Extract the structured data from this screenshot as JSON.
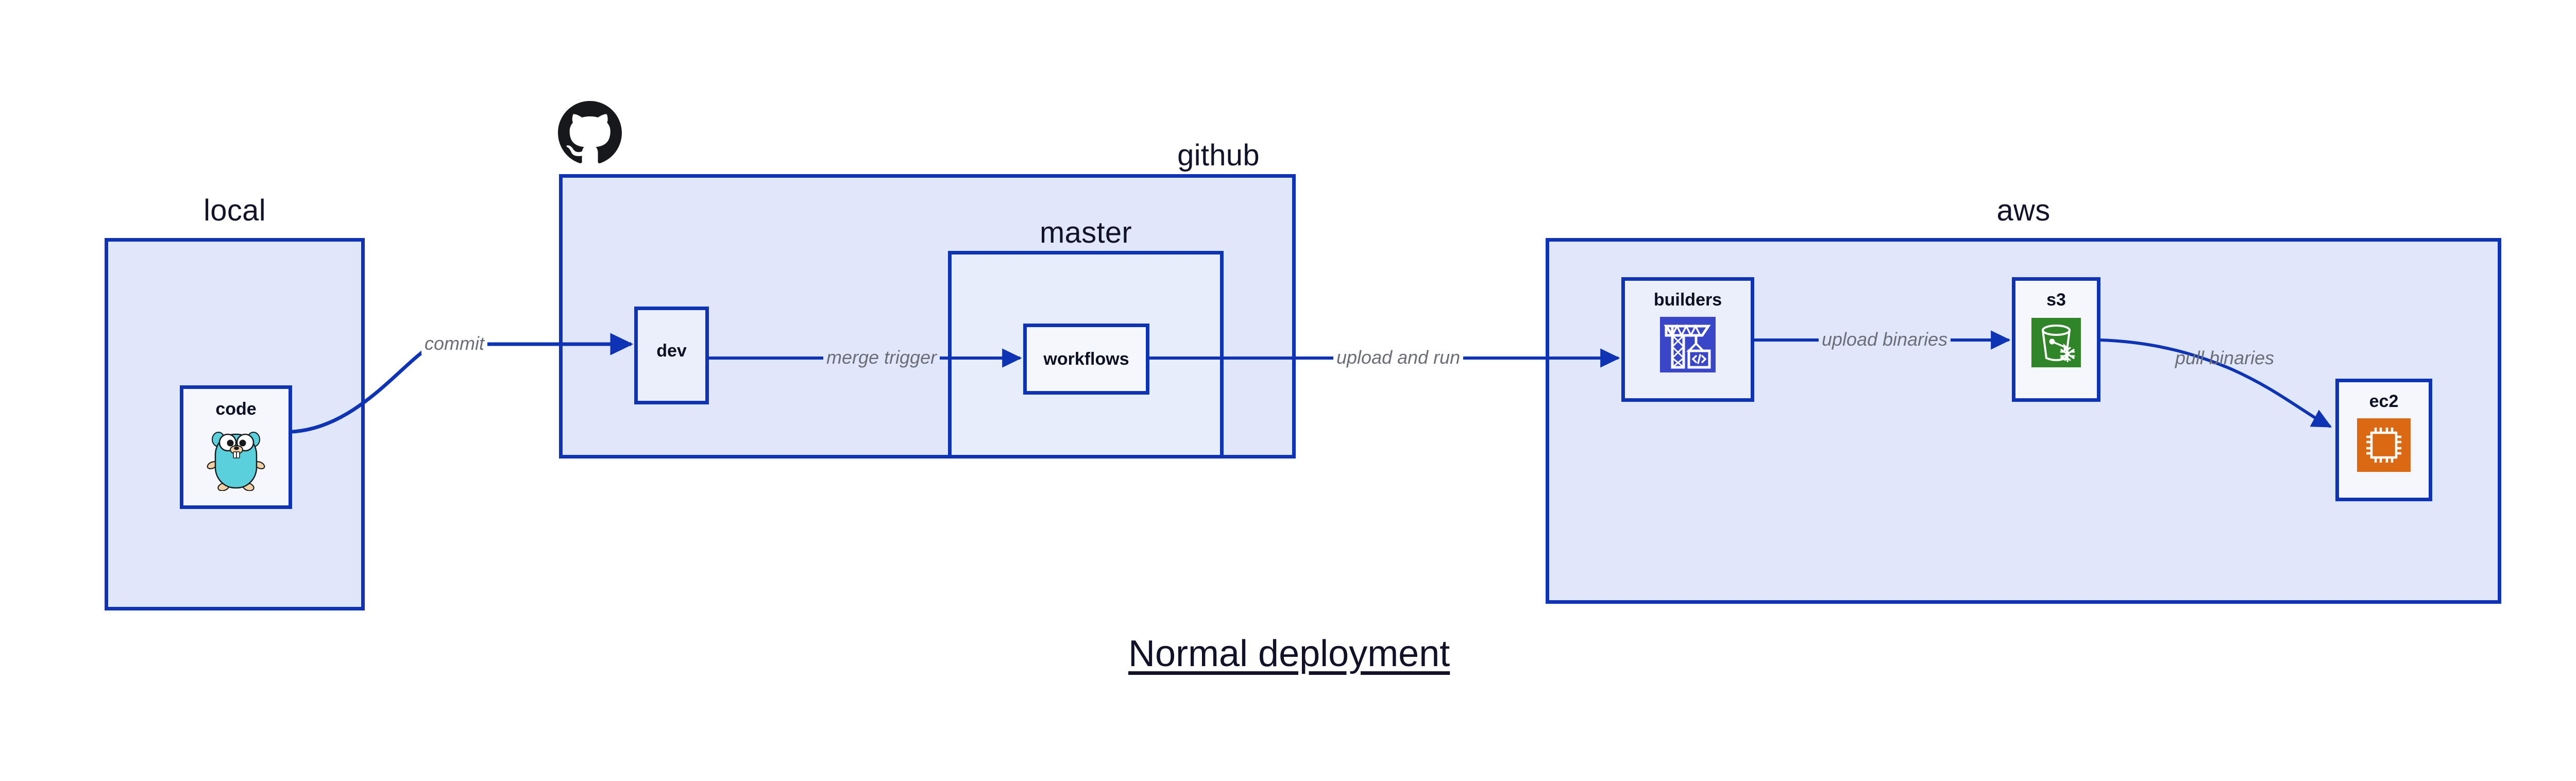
{
  "diagram": {
    "title": "Normal deployment",
    "colors": {
      "border": "#0f33b5",
      "group_fill": "#e1e7fa",
      "subgroup_fill": "#e8edfb",
      "node_fill": "#eaeffb",
      "edge": "#0f33b5",
      "edge_label": "#6b6e76",
      "title_text": "#111228",
      "builders_icon_bg": "#3a46c8",
      "s3_icon_bg": "#2f8527",
      "ec2_icon_bg": "#db6813",
      "gopher_body": "#5bd0dd",
      "github_logo": "#17181c"
    },
    "groups": [
      {
        "id": "local",
        "label": "local",
        "logo": null
      },
      {
        "id": "github",
        "label": "github",
        "logo": "github-octocat-icon"
      },
      {
        "id": "aws",
        "label": "aws",
        "logo": null
      }
    ],
    "subgroups": [
      {
        "id": "master",
        "label": "master",
        "parent": "github"
      }
    ],
    "nodes": [
      {
        "id": "code",
        "label": "code",
        "parent": "local",
        "icon": "go-gopher-icon"
      },
      {
        "id": "dev",
        "label": "dev",
        "parent": "github",
        "icon": null
      },
      {
        "id": "workflows",
        "label": "workflows",
        "parent": "master",
        "icon": null
      },
      {
        "id": "builders",
        "label": "builders",
        "parent": "aws",
        "icon": "aws-builders-crane-icon"
      },
      {
        "id": "s3",
        "label": "s3",
        "parent": "aws",
        "icon": "aws-s3-bucket-icon"
      },
      {
        "id": "ec2",
        "label": "ec2",
        "parent": "aws",
        "icon": "aws-ec2-chip-icon"
      }
    ],
    "edges": [
      {
        "id": "commit",
        "from": "code",
        "to": "dev",
        "label": "commit"
      },
      {
        "id": "merge-trigger",
        "from": "dev",
        "to": "workflows",
        "label": "merge trigger"
      },
      {
        "id": "upload-and-run",
        "from": "workflows",
        "to": "builders",
        "label": "upload and run"
      },
      {
        "id": "upload-binaries",
        "from": "builders",
        "to": "s3",
        "label": "upload binaries"
      },
      {
        "id": "pull-binaries",
        "from": "s3",
        "to": "ec2",
        "label": "pull binaries"
      }
    ]
  }
}
